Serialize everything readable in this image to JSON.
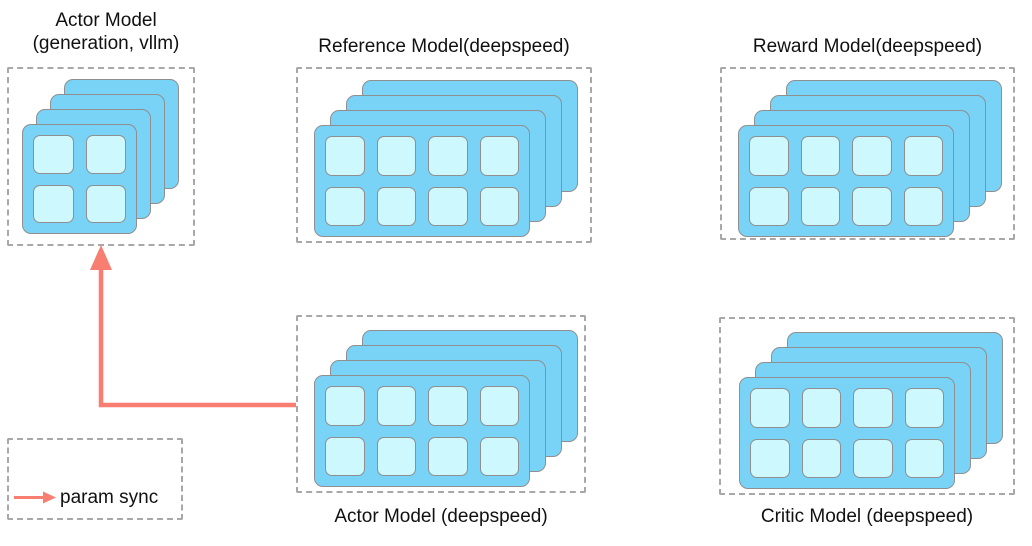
{
  "diagram_title": "RLHF model placement diagram",
  "colors": {
    "card": "#79d3f7",
    "cell": "#cdf8fd",
    "card_border": "#8f8f8f",
    "box_border": "#a8a8a8",
    "arrow": "#f97e72",
    "text": "#111111"
  },
  "nodes": {
    "actor_vllm": {
      "title_line1": "Actor Model",
      "title_line2": "(generation, vllm)",
      "layers": 4,
      "cols": 2,
      "rows": 2
    },
    "reference": {
      "title": "Reference Model(deepspeed)",
      "layers": 4,
      "cols": 4,
      "rows": 2
    },
    "reward": {
      "title": "Reward Model(deepspeed)",
      "layers": 4,
      "cols": 4,
      "rows": 2
    },
    "actor_ds": {
      "title": "Actor Model (deepspeed)",
      "layers": 4,
      "cols": 4,
      "rows": 2
    },
    "critic": {
      "title": "Critic Model (deepspeed)",
      "layers": 4,
      "cols": 4,
      "rows": 2
    }
  },
  "arrow": {
    "from": "Actor Model (deepspeed)",
    "to": "Actor Model (generation, vllm)",
    "meaning": "param sync"
  },
  "legend": {
    "label": "param sync"
  }
}
